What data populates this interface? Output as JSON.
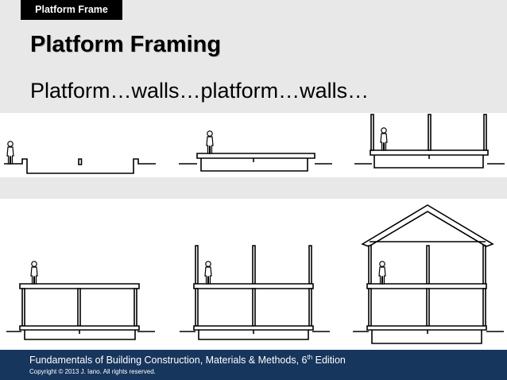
{
  "header": {
    "section_tab": "Platform Frame",
    "title": "Platform Framing",
    "subtitle": "Platform…walls…platform…walls…"
  },
  "footer": {
    "book_title": "Fundamentals of Building Construction, Materials & Methods, 6",
    "edition_sup": "th",
    "edition_suffix": " Edition",
    "copyright": "Copyright © 2013 J. Iano. All rights reserved."
  },
  "diagram": {
    "steps": [
      {
        "name": "foundation"
      },
      {
        "name": "first-floor-platform"
      },
      {
        "name": "first-floor-walls"
      },
      {
        "name": "second-floor-platform"
      },
      {
        "name": "second-floor-walls"
      },
      {
        "name": "roof"
      }
    ]
  }
}
